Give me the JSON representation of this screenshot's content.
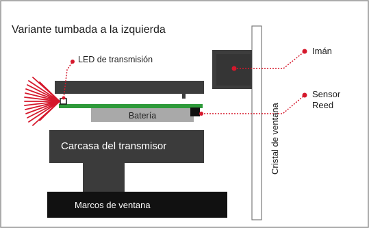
{
  "title": "Variante tumbada a la izquierda",
  "labels": {
    "led": "LED de transmisión",
    "magnet": "Imán",
    "sensor_line1": "Sensor",
    "sensor_line2": "Reed",
    "battery": "Batería",
    "housing": "Carcasa del transmisor",
    "frame": "Marcos de ventana",
    "glass": "Cristal de ventana"
  },
  "colors": {
    "frame_border": "#8f8f8f",
    "housing": "#3b3b3b",
    "window_frame": "#111111",
    "pcb": "#2e9a3a",
    "battery": "#a9a9a9",
    "accent": "#d5182c"
  }
}
